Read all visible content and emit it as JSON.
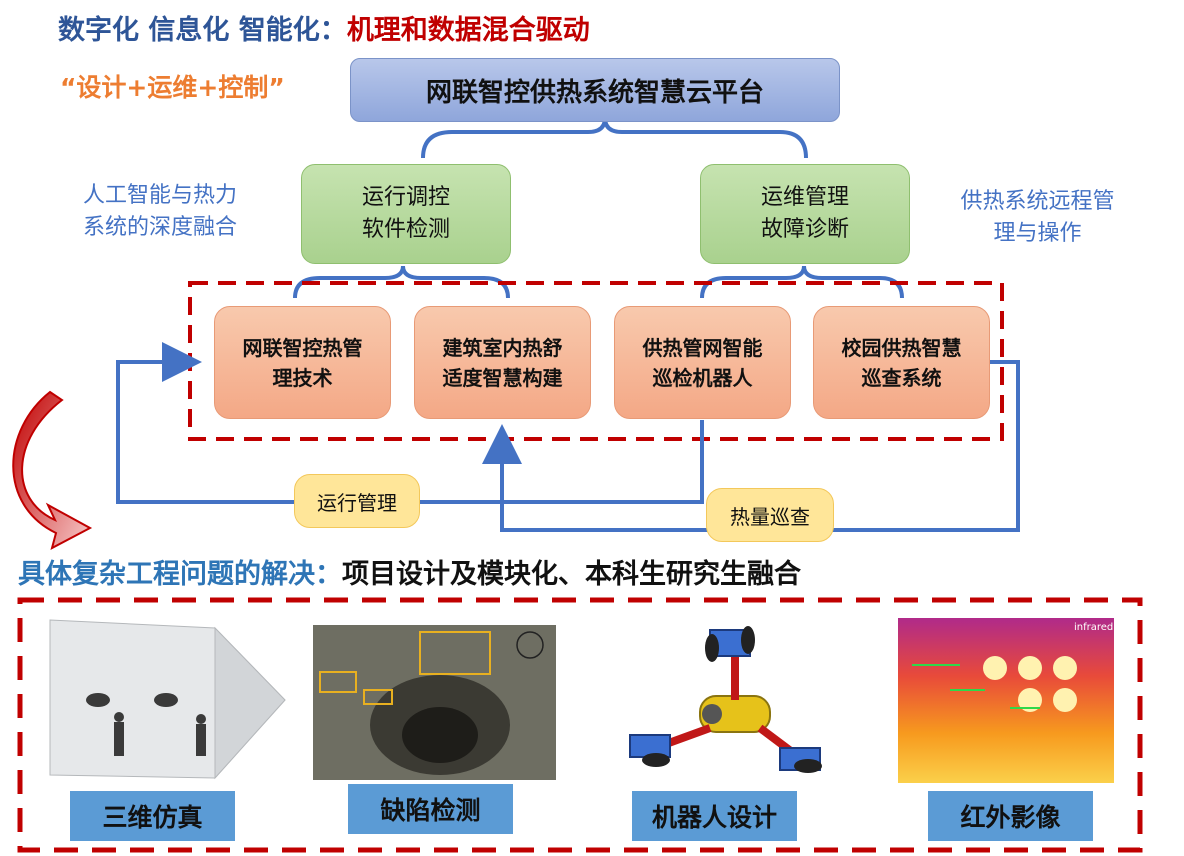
{
  "header": {
    "title_part1": "数字化 信息化 智能化：",
    "title_part2": "机理和数据混合驱动",
    "subtitle": "“设计+运维+控制”"
  },
  "platform": {
    "label": "网联智控供热系统智慧云平台"
  },
  "side_notes": {
    "left": [
      "人工智能与热力",
      "系统的深度融合"
    ],
    "right": [
      "供热系统远程管",
      "理与操作"
    ]
  },
  "modules": {
    "operation": [
      "运行调控",
      "软件检测"
    ],
    "maintenance": [
      "运维管理",
      "故障诊断"
    ]
  },
  "technologies": [
    {
      "lines": [
        "网联智控热管",
        "理技术"
      ]
    },
    {
      "lines": [
        "建筑室内热舒",
        "适度智慧构建"
      ]
    },
    {
      "lines": [
        "供热管网智能",
        "巡检机器人"
      ]
    },
    {
      "lines": [
        "校园供热智慧",
        "巡查系统"
      ]
    }
  ],
  "flows": {
    "run_management": "运行管理",
    "heat_inspection": "热量巡查"
  },
  "section": {
    "title_part1": "具体复杂工程问题的解决：",
    "title_part2": "项目设计及模块化、本科生研究生融合"
  },
  "gallery": [
    {
      "label": "三维仿真",
      "icon": "3d-simulation-image"
    },
    {
      "label": "缺陷检测",
      "icon": "pipe-defect-detection-image"
    },
    {
      "label": "机器人设计",
      "icon": "inspection-robot-image"
    },
    {
      "label": "红外影像",
      "icon": "infrared-image",
      "overlay_text": "infrared"
    }
  ],
  "colors": {
    "dark_blue": "#2e5597",
    "red": "#c00000",
    "orange_text": "#ed7d31",
    "connector_blue": "#4472c4",
    "label_blue": "#5b9bd5",
    "dashed_red": "#c00000"
  }
}
